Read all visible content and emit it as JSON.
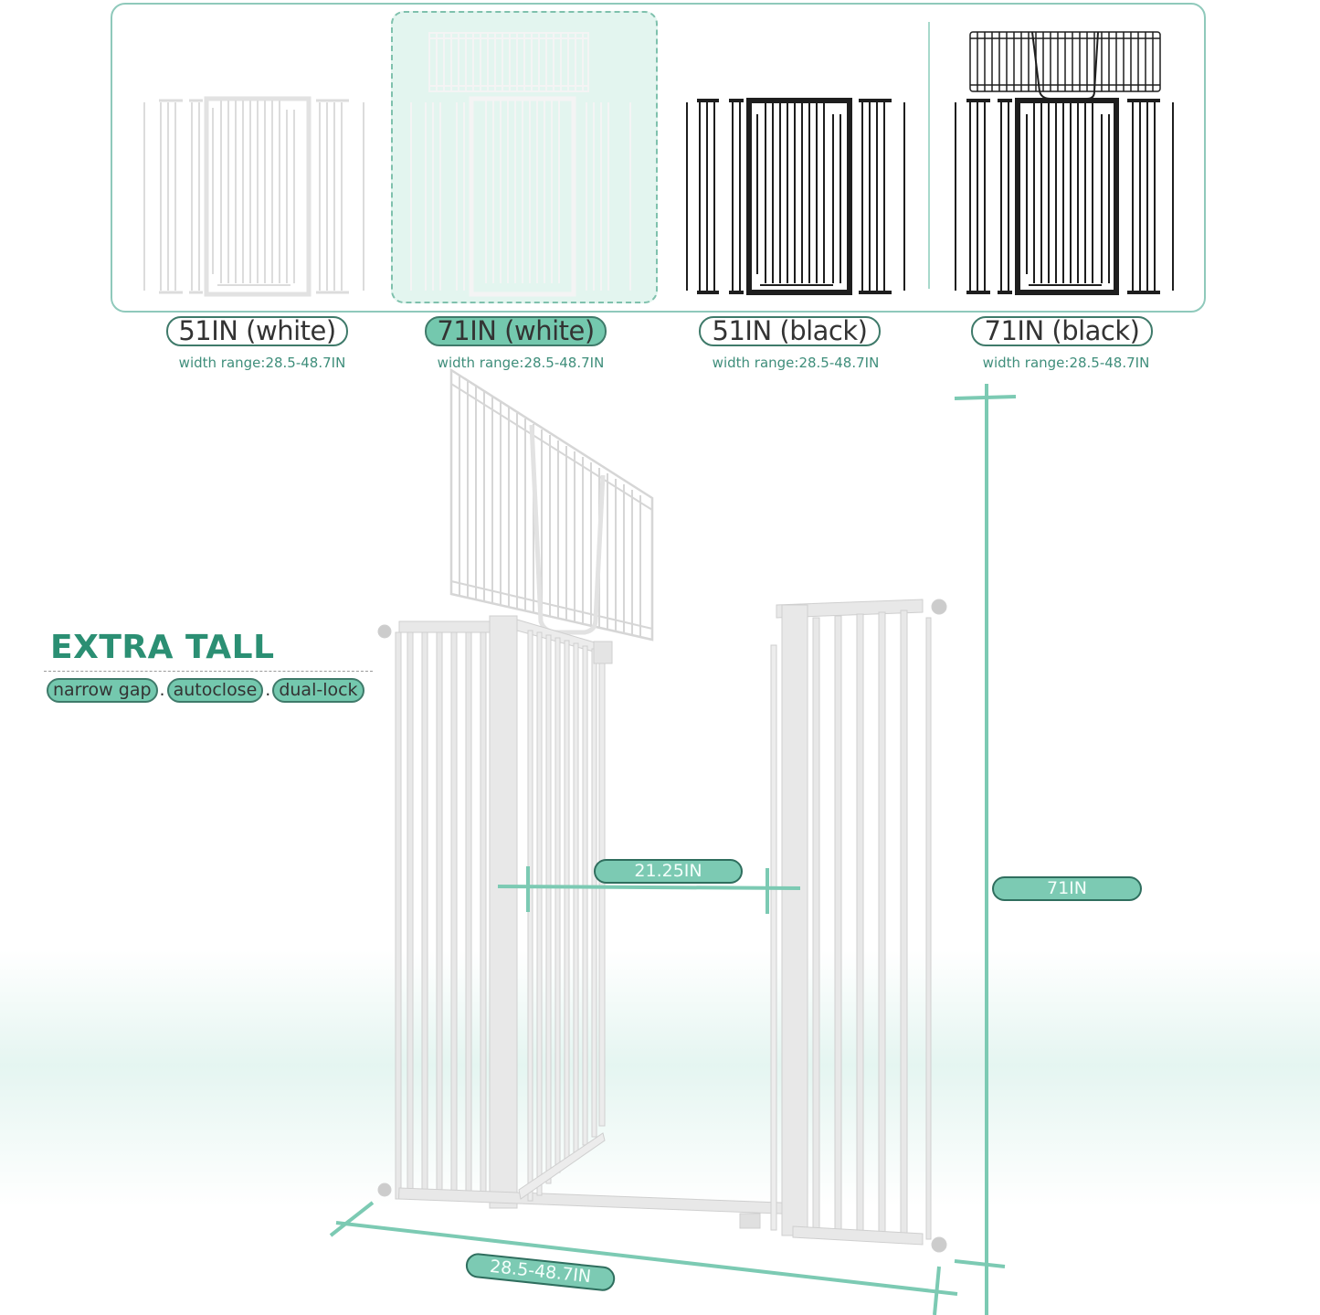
{
  "colors": {
    "accent": "#74c8ae",
    "accent_dark": "#2b8f73",
    "pill_border": "#3f7a6a",
    "dimension_line": "#7ccab3",
    "panel_border": "#8fc9bb",
    "highlight_bg": "#e3f5ef",
    "gate_white": "#dedede",
    "gate_black": "#1e1e1e"
  },
  "variants": [
    {
      "label": "51IN (white)",
      "subtitle": "width range:28.5-48.7IN",
      "height": "51IN",
      "color": "white",
      "selected": false,
      "extension_topper": false
    },
    {
      "label": "71IN (white)",
      "subtitle": "width range:28.5-48.7IN",
      "height": "71IN",
      "color": "white",
      "selected": true,
      "extension_topper": true
    },
    {
      "label": "51IN (black)",
      "subtitle": "width range:28.5-48.7IN",
      "height": "51IN",
      "color": "black",
      "selected": false,
      "extension_topper": false
    },
    {
      "label": "71IN (black)",
      "subtitle": "width range:28.5-48.7IN",
      "height": "71IN",
      "color": "black",
      "selected": false,
      "extension_topper": true
    }
  ],
  "hero": {
    "headline": "EXTRA TALL",
    "features": [
      "narrow gap",
      "autoclose",
      "dual-lock"
    ],
    "feature_separator": "."
  },
  "dimensions": {
    "door_opening": "21.25IN",
    "total_height": "71IN",
    "width_range": "28.5-48.7IN"
  }
}
